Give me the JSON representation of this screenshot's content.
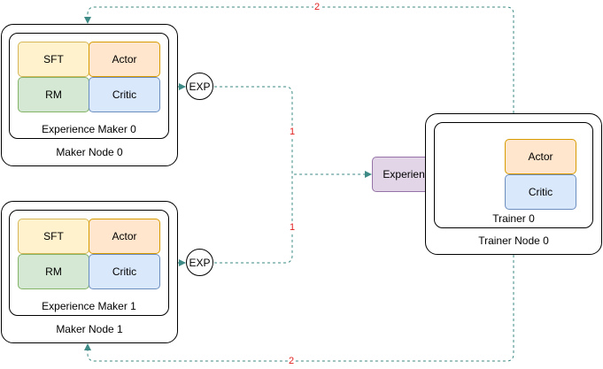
{
  "colors": {
    "connector": "#3d8a86",
    "edge_label": "#e0201e",
    "sft_fill": "#fff2cc",
    "actor_fill": "#ffe6cc",
    "rm_fill": "#d5e8d4",
    "critic_fill": "#dae8fc",
    "buffer_fill": "#e1d5e7"
  },
  "maker_nodes": [
    {
      "node_label": "Maker Node 0",
      "maker_label": "Experience Maker 0",
      "cells": {
        "sft": "SFT",
        "actor": "Actor",
        "rm": "RM",
        "critic": "Critic"
      },
      "exp_label": "EXP"
    },
    {
      "node_label": "Maker Node 1",
      "maker_label": "Experience Maker 1",
      "cells": {
        "sft": "SFT",
        "actor": "Actor",
        "rm": "RM",
        "critic": "Critic"
      },
      "exp_label": "EXP"
    }
  ],
  "buffer_label": "Experience Buffer",
  "trainer_node": {
    "node_label": "Trainer Node 0",
    "trainer_label": "Trainer 0",
    "actor": "Actor",
    "critic": "Critic"
  },
  "edge_labels": {
    "exp0_to_buffer": "1",
    "exp1_to_buffer": "1",
    "trainer_to_maker0": "2",
    "trainer_to_maker1": "2"
  }
}
